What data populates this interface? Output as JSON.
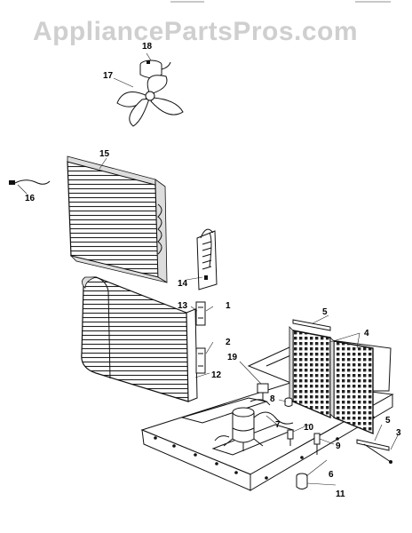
{
  "watermark": "AppliancePartsPros.com",
  "callouts": [
    "1",
    "2",
    "3",
    "4",
    "5",
    "5",
    "6",
    "7",
    "8",
    "9",
    "10",
    "11",
    "12",
    "13",
    "14",
    "15",
    "16",
    "17",
    "18",
    "19"
  ]
}
